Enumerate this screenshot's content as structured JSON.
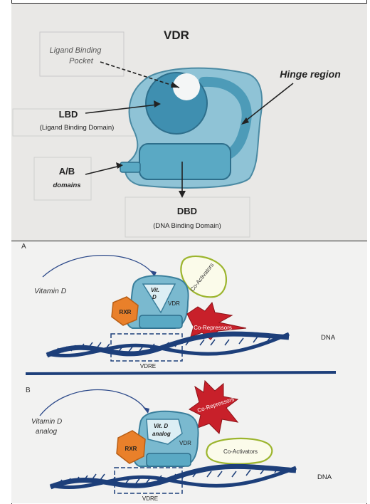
{
  "top_panel": {
    "title": "VDR",
    "pocket_label_1": "Ligand Binding",
    "pocket_label_2": "Pocket",
    "hinge_label": "Hinge region",
    "lbd_label": "LBD",
    "lbd_sub": "(Ligand Binding Domain)",
    "ab_label": "A/B",
    "ab_sub": "domains",
    "dbd_label": "DBD",
    "dbd_sub": "(DNA Binding Domain)"
  },
  "panel_a": {
    "letter": "A",
    "vitamin_label": "Vitamin  D",
    "coactivators": "Co-Activators",
    "vit_d_1": "Vit.",
    "vit_d_2": "D",
    "vdr": "VDR",
    "rxr": "RXR",
    "corepressors": "Co-Repressors",
    "dna": "DNA",
    "vdre": "VDRE"
  },
  "panel_b": {
    "letter": "B",
    "vitamin_label_1": "Vitamin  D",
    "vitamin_label_2": "analog",
    "corepressors": "Co-Repressors",
    "vit_d_1": "Vit. D",
    "vit_d_2": "analog",
    "vdr": "VDR",
    "rxr": "RXR",
    "coactivators": "Co-Activators",
    "dna": "DNA",
    "vdre": "VDRE"
  },
  "colors": {
    "vdr_blue": "#5aa9c4",
    "vdr_light": "#a9d6e3",
    "rxr_orange": "#e9802a",
    "corepressor_red": "#c8202a",
    "coactivator_green": "#9cb52e",
    "dna_blue": "#1d3f7a"
  }
}
